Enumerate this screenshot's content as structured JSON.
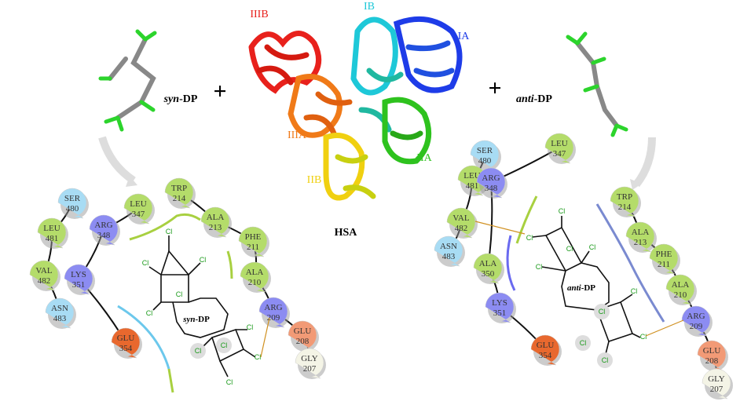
{
  "title": "HSA",
  "plus": "+",
  "ligands": {
    "syn_prefix": "syn",
    "anti_prefix": "anti",
    "suffix": "-DP"
  },
  "domains": {
    "IIIB": {
      "label": "IIIB",
      "color": "#e8211c"
    },
    "IB": {
      "label": "IB",
      "color": "#1ec8d8"
    },
    "IA": {
      "label": "IA",
      "color": "#1e3ce8"
    },
    "IIIA": {
      "label": "IIIA",
      "color": "#f07a18"
    },
    "IIA": {
      "label": "IIA",
      "color": "#2ec21e"
    },
    "IIB": {
      "label": "IIB",
      "color": "#f0d010"
    }
  },
  "atom_label": "Cl",
  "residue_colors": {
    "green": "#b4dc6a",
    "blue": "#8c8cf2",
    "cyan": "#a8dcf4",
    "orange": "#e8682e",
    "peach": "#f29a76",
    "pale": "#f4f4e6"
  },
  "syn_residues": [
    {
      "name": "SER",
      "num": "480",
      "c": "cyan"
    },
    {
      "name": "LEU",
      "num": "481",
      "c": "green"
    },
    {
      "name": "VAL",
      "num": "482",
      "c": "green"
    },
    {
      "name": "ASN",
      "num": "483",
      "c": "cyan"
    },
    {
      "name": "ARG",
      "num": "348",
      "c": "blue"
    },
    {
      "name": "LYS",
      "num": "351",
      "c": "blue"
    },
    {
      "name": "GLU",
      "num": "354",
      "c": "orange"
    },
    {
      "name": "LEU",
      "num": "347",
      "c": "green"
    },
    {
      "name": "TRP",
      "num": "214",
      "c": "green"
    },
    {
      "name": "ALA",
      "num": "213",
      "c": "green"
    },
    {
      "name": "PHE",
      "num": "211",
      "c": "green"
    },
    {
      "name": "ALA",
      "num": "210",
      "c": "green"
    },
    {
      "name": "ARG",
      "num": "209",
      "c": "blue"
    },
    {
      "name": "GLU",
      "num": "208",
      "c": "peach"
    },
    {
      "name": "GLY",
      "num": "207",
      "c": "pale"
    }
  ],
  "anti_residues": [
    {
      "name": "SER",
      "num": "480",
      "c": "cyan"
    },
    {
      "name": "LEU",
      "num": "481",
      "c": "green"
    },
    {
      "name": "VAL",
      "num": "482",
      "c": "green"
    },
    {
      "name": "ASN",
      "num": "483",
      "c": "cyan"
    },
    {
      "name": "ARG",
      "num": "348",
      "c": "blue"
    },
    {
      "name": "LEU",
      "num": "347",
      "c": "green"
    },
    {
      "name": "ALA",
      "num": "350",
      "c": "green"
    },
    {
      "name": "LYS",
      "num": "351",
      "c": "blue"
    },
    {
      "name": "GLU",
      "num": "354",
      "c": "orange"
    },
    {
      "name": "TRP",
      "num": "214",
      "c": "green"
    },
    {
      "name": "ALA",
      "num": "213",
      "c": "green"
    },
    {
      "name": "PHE",
      "num": "211",
      "c": "green"
    },
    {
      "name": "ALA",
      "num": "210",
      "c": "green"
    },
    {
      "name": "ARG",
      "num": "209",
      "c": "blue"
    },
    {
      "name": "GLU",
      "num": "208",
      "c": "peach"
    },
    {
      "name": "GLY",
      "num": "207",
      "c": "pale"
    }
  ]
}
